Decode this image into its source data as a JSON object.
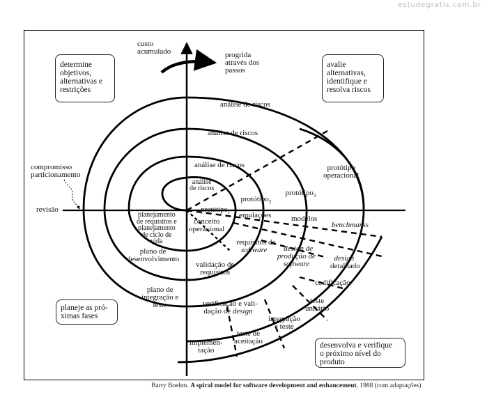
{
  "watermark": "estudegratis.com.br",
  "caption": {
    "author": "Barry Boehm.",
    "title": "A spiral model for software development and enhancement",
    "suffix": ", 1988 (com adaptações)"
  },
  "corners": {
    "top_left": "determine\nobjetivos,\nalternativas e\nrestrições",
    "top_right": "avalie\nalternativas,\nidentifique e\nresolva riscos",
    "bottom_left": "planeje as pró-\nximas fases",
    "bottom_right": "desenvolva e verifique\no próximo nível do\nproduto"
  },
  "axes": {
    "cost": "custo\nacumulado",
    "progress": "progrida\natravés dos\npassos",
    "commitment": "compromisso\nparticionamento",
    "review": "revisão"
  },
  "risk_analysis": [
    "análise de riscos",
    "análise de riscos",
    "análise de riscos",
    "análise\nde riscos"
  ],
  "prototypes": [
    {
      "label": "protótipo",
      "sub": "1"
    },
    {
      "label": "protótipo",
      "sub": "2"
    },
    {
      "label": "protótipo",
      "sub": "3"
    },
    {
      "label": "protótipo\noperacional",
      "sub": ""
    }
  ],
  "right_row": {
    "emulations": "emulações",
    "models": "modelos",
    "benchmarks": "benchmarks"
  },
  "development": {
    "concept": "conceito\noperacional",
    "requirements": "requisitos de",
    "requirements_sw": "software",
    "product_design": "design de\nprodução de",
    "product_design_sw": "software",
    "detailed_design_1": "design",
    "detailed_design_2": "detalhado",
    "coding": "codificação",
    "unit_test": "teste\nunitário",
    "integration": "integração\ne teste",
    "acceptance": "teste de\naceitação",
    "implementation": "implemen-\ntação",
    "validation": "validação de\nrequisitos",
    "verification_1": "verificação e vali-",
    "verification_2": "dação de ",
    "verification_it": "design"
  },
  "planning": {
    "requirements_plan": "planejamento\nde requisitos e\nplanejamento\nde ciclo de\nvida",
    "development_plan": "plano de\ndesenvolvimento",
    "integration_plan": "plano de\nintegração e\nteste"
  }
}
